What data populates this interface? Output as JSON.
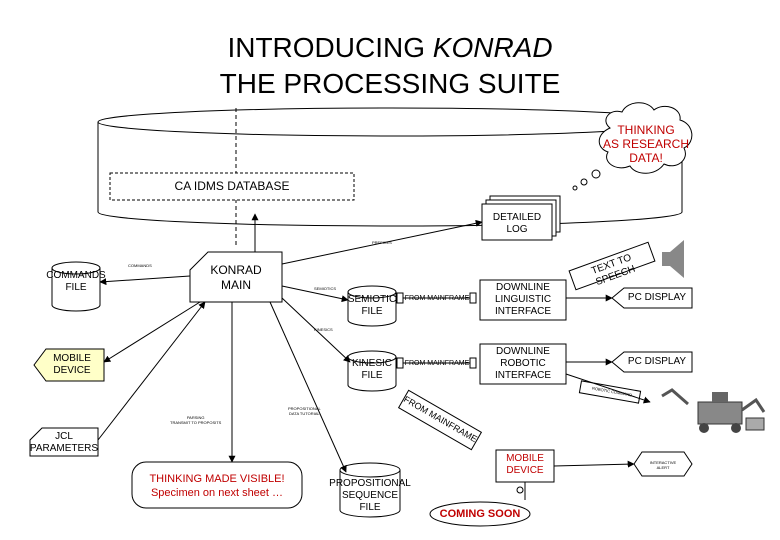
{
  "title": {
    "line1_plain": "INTRODUCING ",
    "line1_italic": "KONRAD",
    "line2": "THE PROCESSING SUITE"
  },
  "cloud": {
    "text_lines": [
      "THINKING",
      "AS RESEARCH",
      "DATA!"
    ]
  },
  "database": {
    "label": "CA IDMS DATABASE"
  },
  "detailed_log": {
    "lines": [
      "DETAILED",
      "LOG"
    ]
  },
  "commands_file": {
    "lines": [
      "COMMANDS",
      "FILE"
    ]
  },
  "konrad_main": {
    "lines": [
      "KONRAD",
      "MAIN"
    ]
  },
  "mobile_device_left": {
    "lines": [
      "MOBILE",
      "DEVICE"
    ]
  },
  "jcl": {
    "lines": [
      "JCL",
      "PARAMETERS"
    ]
  },
  "semiotic_file": {
    "lines": [
      "SEMIOTIC",
      "FILE"
    ]
  },
  "kinesic_file": {
    "lines": [
      "KINESIC",
      "FILE"
    ]
  },
  "from_mainframe_1": "FROM MAINFRAME",
  "from_mainframe_2": "FROM MAINFRAME",
  "from_mainframe_diag": "FROM MAINFRAME",
  "text_to_speech": "TEXT TO SPEECH",
  "linguistic": {
    "lines": [
      "DOWNLINE",
      "LINGUISTIC",
      "INTERFACE"
    ]
  },
  "robotic": {
    "lines": [
      "DOWNLINE",
      "ROBOTIC",
      "INTERFACE"
    ]
  },
  "pc_display_1": "PC DISPLAY",
  "pc_display_2": "PC DISPLAY",
  "thinking_visible": {
    "lines": [
      "THINKING MADE VISIBLE!",
      "Specimen on next sheet …"
    ]
  },
  "propositional": {
    "lines": [
      "PROPOSITIONAL",
      "SEQUENCE",
      "FILE"
    ]
  },
  "mobile_device_right": {
    "lines": [
      "MOBILE",
      "DEVICE"
    ]
  },
  "coming_soon": "COMING SOON",
  "tiny_labels": {
    "prefixes": "PREFIXES",
    "commands": "COMMANDS",
    "semiotics": "SEMIOTICS",
    "kinesics": "KINESICS",
    "parsing": "PARSING",
    "parsing_sub": "TRANSMIT TO PROPOSITS",
    "propositional": "PROPOSITIONAL",
    "propositional_sub": "DATA TUTORIAL",
    "interactive": "INTERACTIVE",
    "interactive_sub": "ALERT",
    "robotic_cmd": "ROBOTIC COMMAND"
  },
  "colors": {
    "mobile_left_fill": "#ffffc8"
  }
}
